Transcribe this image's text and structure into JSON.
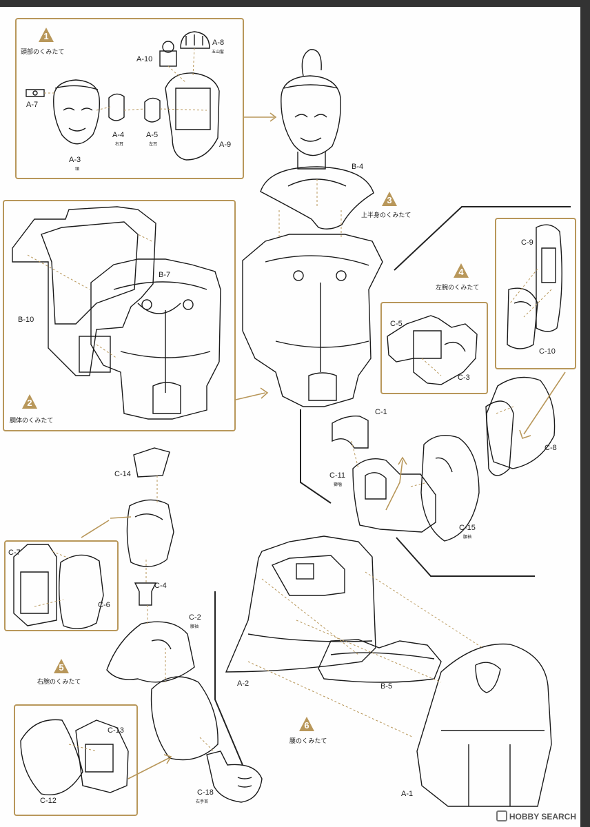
{
  "steps": [
    {
      "num": "1",
      "title": "頭部のくみたて"
    },
    {
      "num": "2",
      "title": "胴体のくみたて"
    },
    {
      "num": "3",
      "title": "上半身のくみたて"
    },
    {
      "num": "4",
      "title": "左腕のくみたて"
    },
    {
      "num": "5",
      "title": "右腕のくみたて"
    },
    {
      "num": "6",
      "title": "腰のくみたて"
    }
  ],
  "parts": {
    "a1": "A-1",
    "a2": "A-2",
    "a3": "A-3",
    "a3_sub": "頭",
    "a4": "A-4",
    "a4_sub": "右耳",
    "a5": "A-5",
    "a5_sub": "左耳",
    "a7": "A-7",
    "a8": "A-8",
    "a8_sub": "五山髷",
    "a9": "A-9",
    "a10": "A-10",
    "b4": "B-4",
    "b5": "B-5",
    "b7": "B-7",
    "b10": "B-10",
    "c1": "C-1",
    "c2": "C-2",
    "c2_sub": "腰袖",
    "c3": "C-3",
    "c4": "C-4",
    "c5": "C-5",
    "c6": "C-6",
    "c7": "C-7",
    "c8": "C-8",
    "c9": "C-9",
    "c10": "C-10",
    "c11": "C-11",
    "c11_sub": "獅噛",
    "c12": "C-12",
    "c13": "C-13",
    "c14": "C-14",
    "c15": "C-15",
    "c15_sub": "腰袖",
    "c18": "C-18",
    "c18_sub": "右手首"
  },
  "footer": "HOBBY SEARCH",
  "colors": {
    "accent": "#b8975a",
    "line": "#1a1a1a"
  }
}
